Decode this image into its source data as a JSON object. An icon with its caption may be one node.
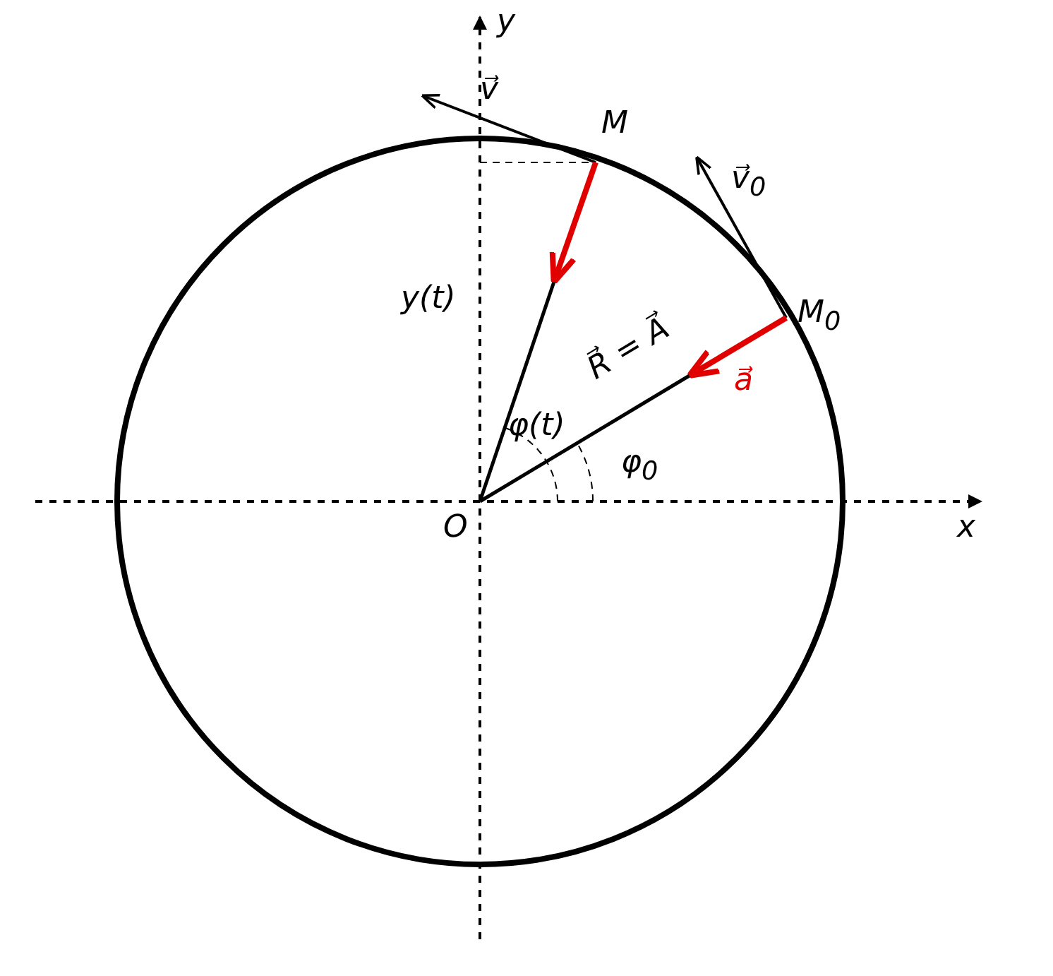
{
  "diagram": {
    "labels": [
      "y",
      "v⃗",
      "M",
      "v⃗$_{0}$",
      "y(t)",
      "M$_{0}$",
      "R⃗ = A⃗",
      "a⃗",
      "φ(t)",
      "φ$_{0}$",
      "O",
      "x"
    ]
  }
}
